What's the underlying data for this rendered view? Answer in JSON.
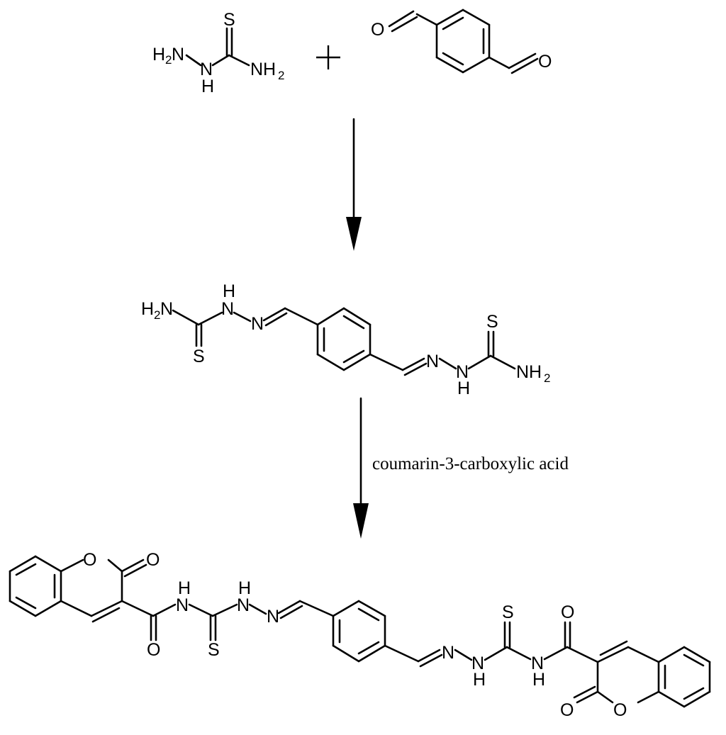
{
  "scheme": {
    "reagent_label": "coumarin-3-carboxylic acid",
    "plus_sign": "+",
    "atoms": {
      "S": "S",
      "N": "N",
      "O": "O",
      "H": "H",
      "NH": "NH",
      "H2": "H",
      "two": "2"
    }
  }
}
